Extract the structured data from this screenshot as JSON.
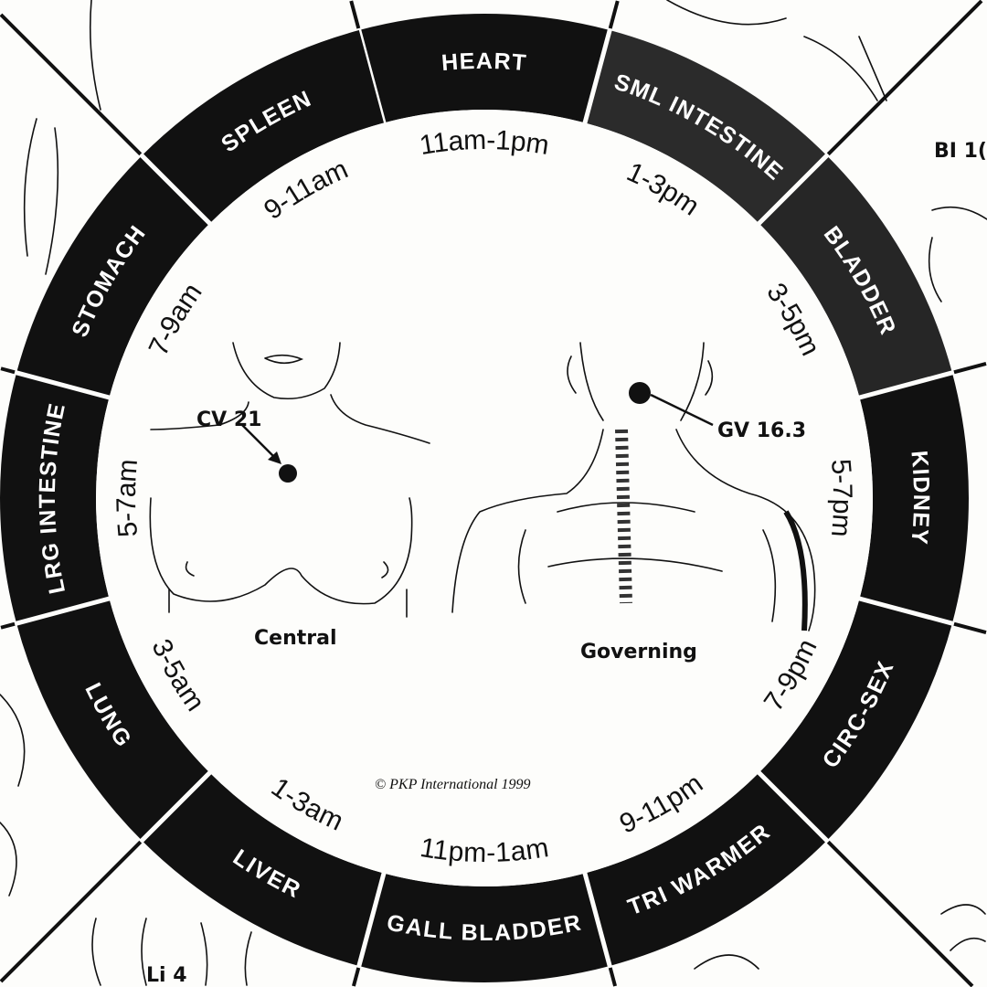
{
  "meridian_clock": {
    "segments": [
      {
        "organ": "HEART",
        "time": "11am-1pm",
        "shade": "#111111"
      },
      {
        "organ": "SML INTESTINE",
        "time": "1-3pm",
        "shade": "#2b2b2b"
      },
      {
        "organ": "BLADDER",
        "time": "3-5pm",
        "shade": "#262626"
      },
      {
        "organ": "KIDNEY",
        "time": "5-7pm",
        "shade": "#111111"
      },
      {
        "organ": "CIRC-SEX",
        "time": "7-9pm",
        "shade": "#111111"
      },
      {
        "organ": "TRI WARMER",
        "time": "9-11pm",
        "shade": "#111111"
      },
      {
        "organ": "GALL BLADDER",
        "time": "11pm-1am",
        "shade": "#111111"
      },
      {
        "organ": "LIVER",
        "time": "1-3am",
        "shade": "#111111"
      },
      {
        "organ": "LUNG",
        "time": "3-5am",
        "shade": "#111111"
      },
      {
        "organ": "LRG INTESTINE",
        "time": "5-7am",
        "shade": "#111111"
      },
      {
        "organ": "STOMACH",
        "time": "7-9am",
        "shade": "#111111"
      },
      {
        "organ": "SPLEEN",
        "time": "9-11am",
        "shade": "#111111"
      }
    ]
  },
  "center": {
    "central": {
      "point": "CV 21",
      "caption": "Central"
    },
    "governing": {
      "point": "GV 16.3",
      "caption": "Governing"
    },
    "copyright": "© PKP International 1999"
  },
  "outer_panels": {
    "top_right_label": "BI 1(",
    "bottom_left_label": "Li 4"
  }
}
